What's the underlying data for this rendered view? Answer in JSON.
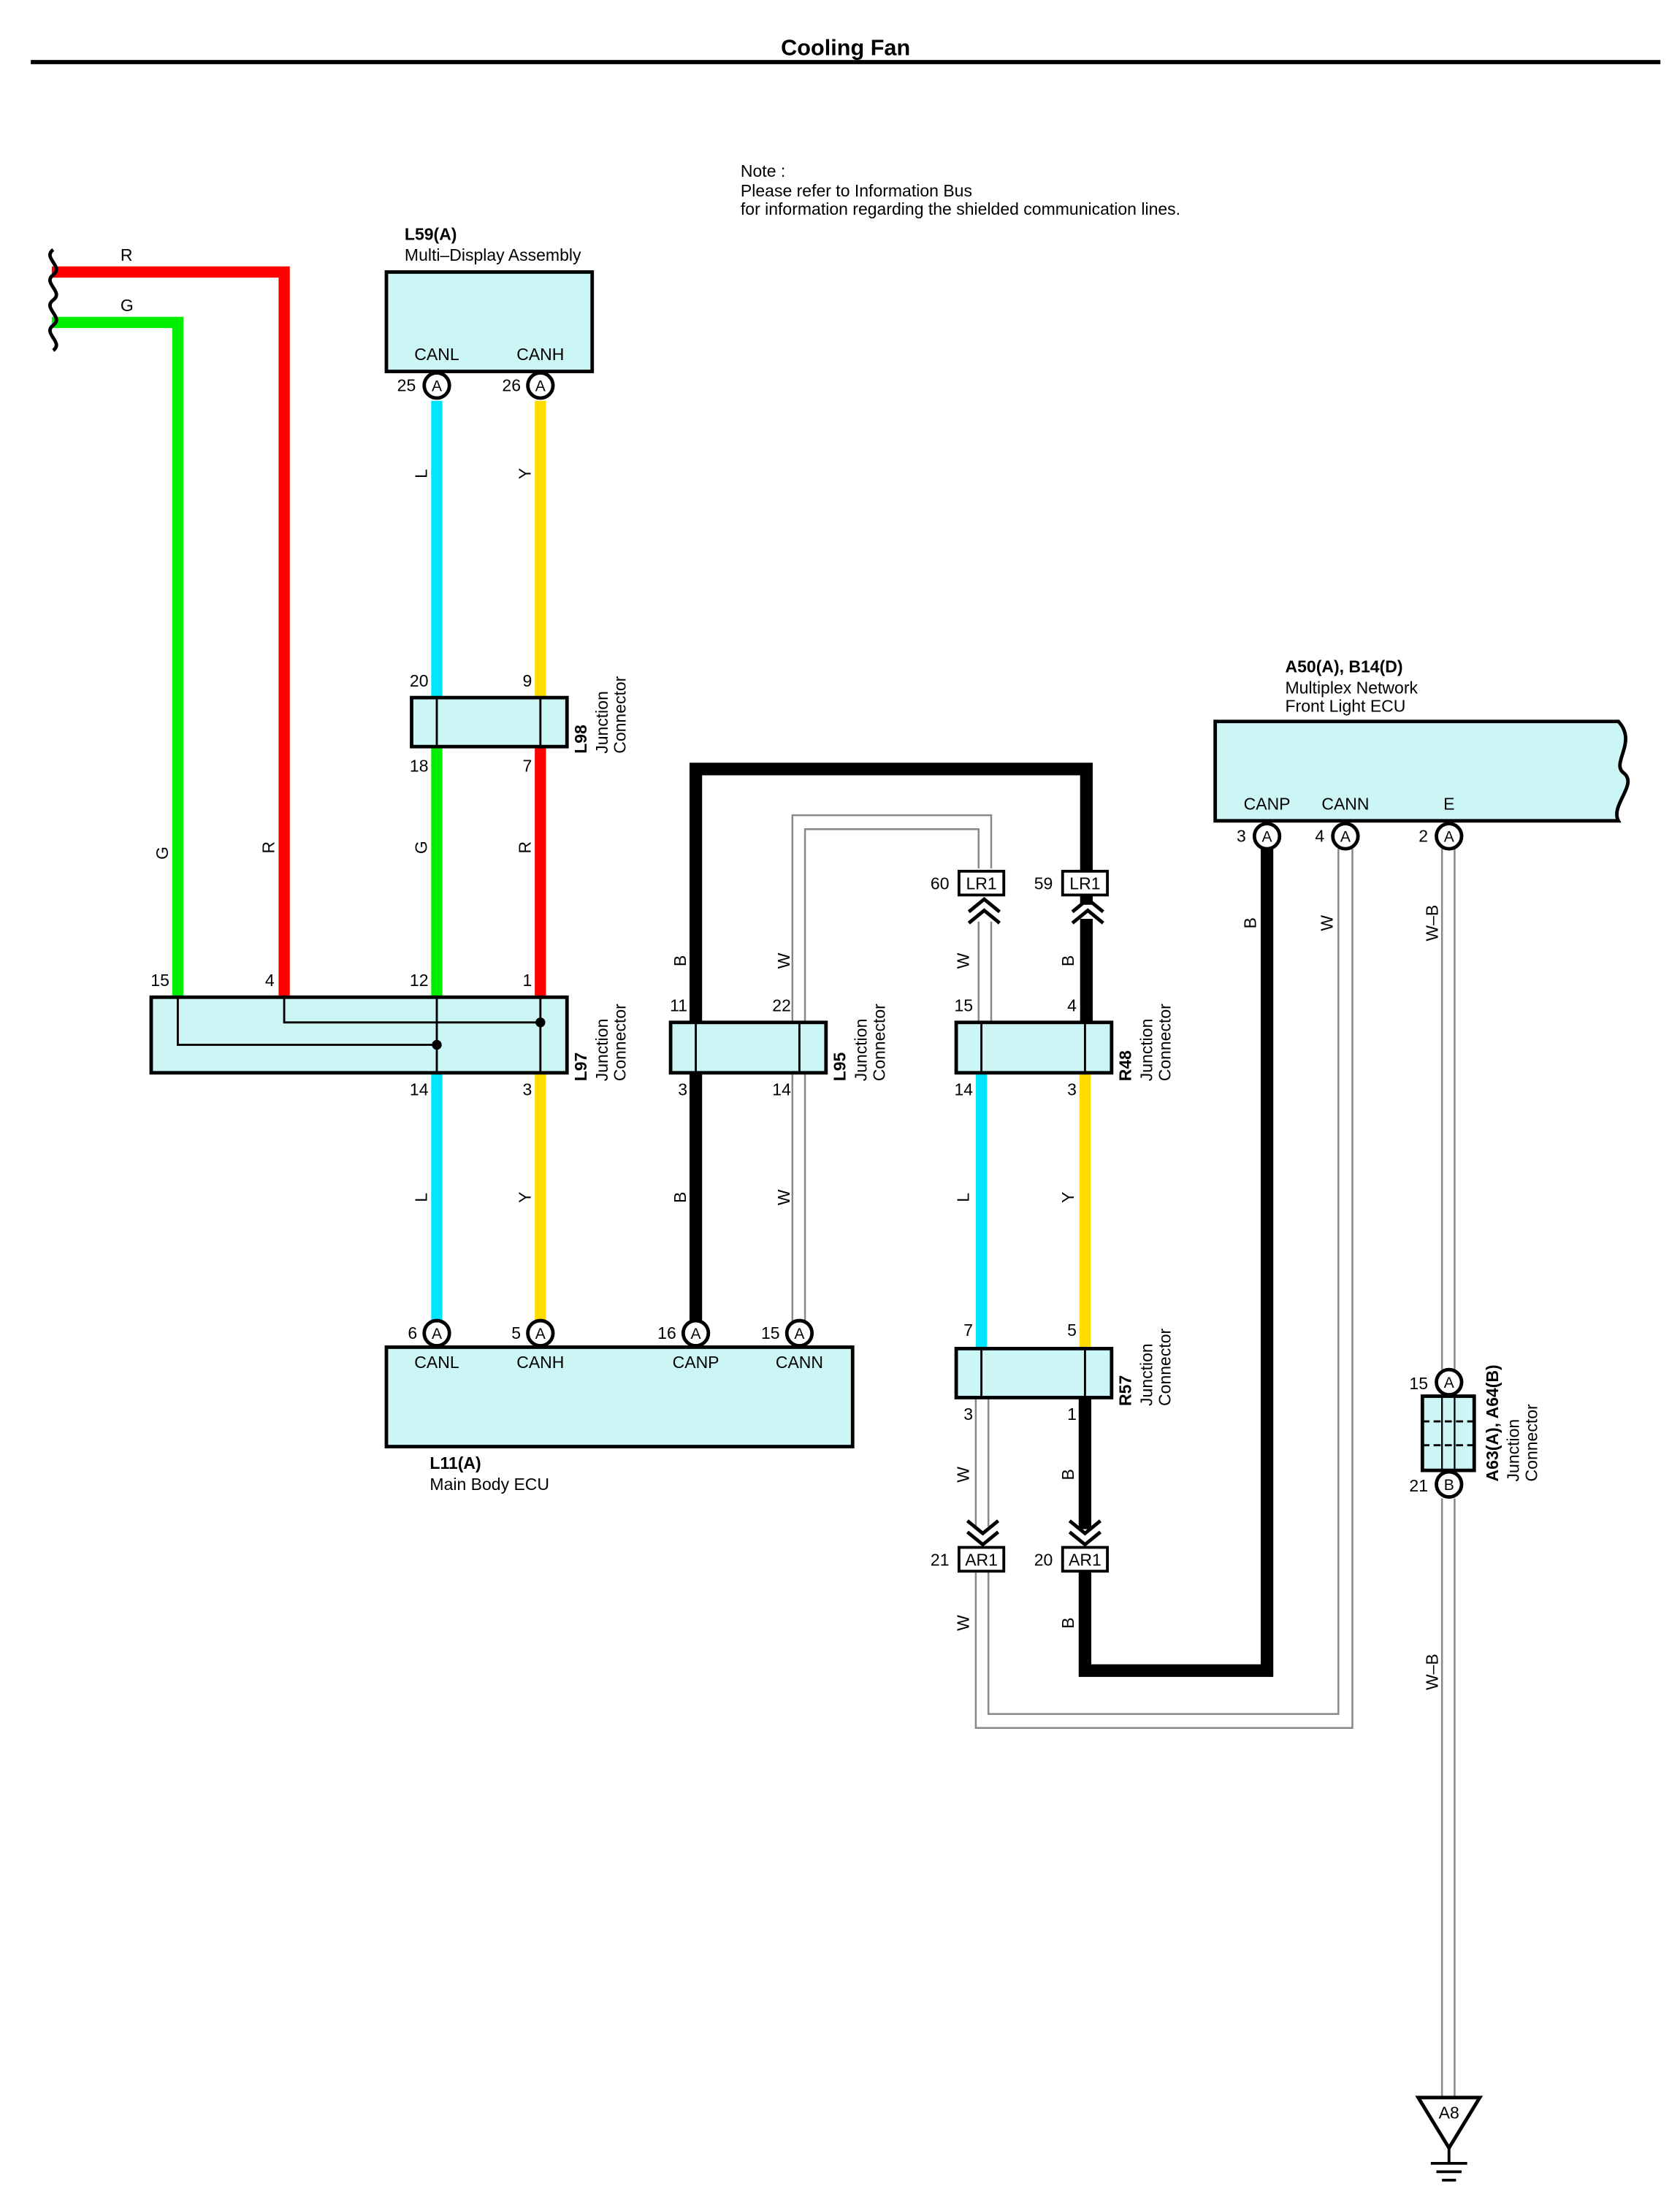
{
  "page_title": "Cooling Fan",
  "note": {
    "line1": "Note :",
    "line2": "Please refer to Information Bus",
    "line3": "for information regarding the shielded communication lines."
  },
  "colors": {
    "red": "#ff0000",
    "green": "#00ee00",
    "cyan": "#00e5ff",
    "yellow": "#ffdd00",
    "black": "#000000",
    "component_fill": "#ccf5f5"
  },
  "components": {
    "l59": {
      "code": "L59(A)",
      "name": "Multi–Display Assembly",
      "pin_l": "CANL",
      "pin_h": "CANH"
    },
    "a50": {
      "code": "A50(A), B14(D)",
      "name1": "Multiplex Network",
      "name2": "Front Light ECU",
      "pin_p": "CANP",
      "pin_n": "CANN",
      "pin_e": "E"
    },
    "l11": {
      "code": "L11(A)",
      "name": "Main Body ECU",
      "pin_l": "CANL",
      "pin_h": "CANH",
      "pin_p": "CANP",
      "pin_n": "CANN"
    },
    "l98": {
      "code": "L98",
      "name1": "Junction",
      "name2": "Connector"
    },
    "l97": {
      "code": "L97",
      "name1": "Junction",
      "name2": "Connector"
    },
    "l95": {
      "code": "L95",
      "name1": "Junction",
      "name2": "Connector"
    },
    "r48": {
      "code": "R48",
      "name1": "Junction",
      "name2": "Connector"
    },
    "r57": {
      "code": "R57",
      "name1": "Junction",
      "name2": "Connector"
    },
    "a63": {
      "code": "A63(A), A64(B)",
      "name1": "Junction",
      "name2": "Connector"
    }
  },
  "connector_letters": {
    "a": "A",
    "b": "B"
  },
  "inline_connectors": {
    "lr1": "LR1",
    "ar1": "AR1"
  },
  "ground": {
    "label": "A8"
  },
  "wire_colors": {
    "r": "R",
    "g": "G",
    "l": "L",
    "y": "Y",
    "b": "B",
    "w": "W",
    "wb": "W–B"
  },
  "pins": {
    "l59_canl": "25",
    "l59_canh": "26",
    "l98_top_l": "20",
    "l98_top_r": "9",
    "l98_bot_l": "18",
    "l98_bot_r": "7",
    "l97_15": "15",
    "l97_4": "4",
    "l97_12": "12",
    "l97_1": "1",
    "l97_14": "14",
    "l97_3": "3",
    "l95_11": "11",
    "l95_22": "22",
    "l95_3": "3",
    "l95_14": "14",
    "r48_15": "15",
    "r48_4": "4",
    "r48_14": "14",
    "r48_3": "3",
    "lr1_60": "60",
    "lr1_59": "59",
    "a50_3": "3",
    "a50_4": "4",
    "a50_2": "2",
    "l11_6": "6",
    "l11_5": "5",
    "l11_16": "16",
    "l11_15": "15",
    "r57_7": "7",
    "r57_5": "5",
    "r57_3": "3",
    "r57_1": "1",
    "ar1_21": "21",
    "ar1_20": "20",
    "a63_15": "15",
    "a63_21": "21"
  }
}
